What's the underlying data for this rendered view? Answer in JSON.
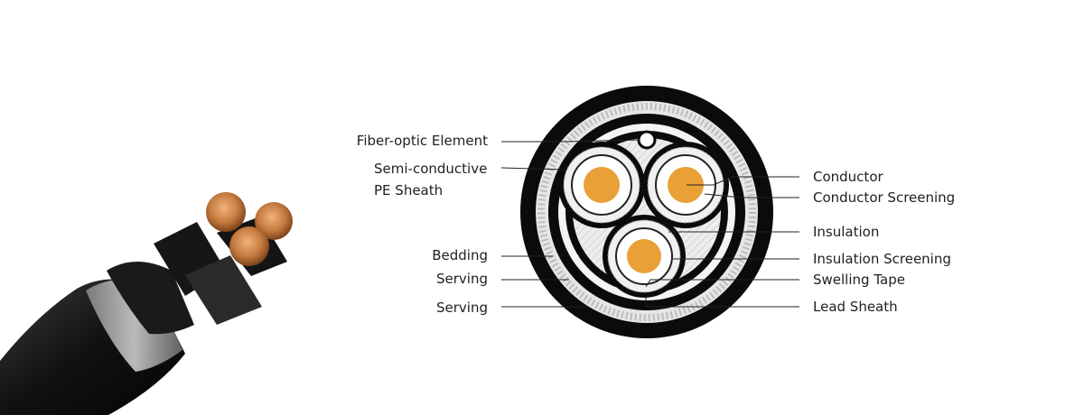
{
  "labels": {
    "left": {
      "fiber_optic_element": "Fiber-optic Element",
      "semi_conductive_line1": "Semi-conductive",
      "semi_conductive_line2": "PE Sheath",
      "bedding": "Bedding",
      "serving_upper": "Serving",
      "serving_lower": "Serving"
    },
    "right": {
      "conductor": "Conductor",
      "conductor_screening": "Conductor Screening",
      "insulation": "Insulation",
      "insulation_screening": "Insulation Screening",
      "swelling_tape": "Swelling Tape",
      "lead_sheath": "Lead Sheath"
    }
  },
  "colors": {
    "outer_jacket": "#0b0b0b",
    "armour_wires": "#dcdcdc",
    "conductor": "#e8a037",
    "insulation": "#ffffff",
    "filler": "#d9d9d9",
    "leader_line": "#222222",
    "cable_copper": "#c9824a"
  }
}
